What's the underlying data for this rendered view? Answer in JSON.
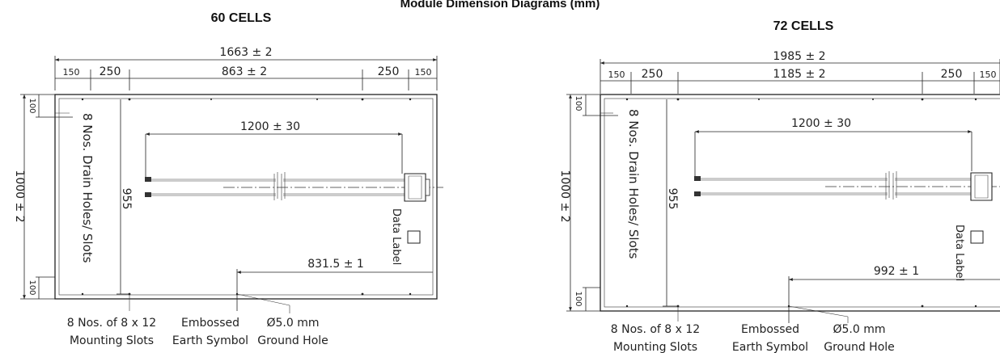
{
  "main_title": "Module Dimension Diagrams (mm)",
  "panel_60": {
    "heading": "60 CELLS",
    "overall_width": "1663 ± 2",
    "edge_left": "150",
    "offset_left": "250",
    "center_span": "863 ± 2",
    "offset_right": "250",
    "edge_right": "150",
    "height": "1000 ± 2",
    "top_margin": "100",
    "bottom_margin": "100",
    "drain_holes": "8 Nos. Drain Holes/ Slots",
    "inner_height": "955",
    "cable_length": "1200 ± 30",
    "data_label": "Data Label",
    "ground_distance": "831.5 ± 1",
    "mounting_slots": [
      "8 Nos. of 8 x 12",
      "Mounting Slots"
    ],
    "embossed": [
      "Embossed",
      "Earth Symbol"
    ],
    "ground_hole": [
      "Ø5.0 mm",
      "Ground Hole"
    ]
  },
  "panel_72": {
    "heading": "72 CELLS",
    "overall_width": "1985 ± 2",
    "edge_left": "150",
    "offset_left": "250",
    "center_span": "1185 ± 2",
    "offset_right": "250",
    "edge_right": "150",
    "height": "1000 ± 2",
    "top_margin": "100",
    "bottom_margin": "100",
    "drain_holes": "8 Nos. Drain Holes/ Slots",
    "inner_height": "955",
    "cable_length": "1200 ± 30",
    "data_label": "Data Label",
    "ground_distance": "992 ± 1",
    "mounting_slots": [
      "8 Nos. of 8 x 12",
      "Mounting Slots"
    ],
    "embossed": [
      "Embossed",
      "Earth Symbol"
    ],
    "ground_hole": [
      "Ø5.0 mm",
      "Ground Hole"
    ]
  }
}
